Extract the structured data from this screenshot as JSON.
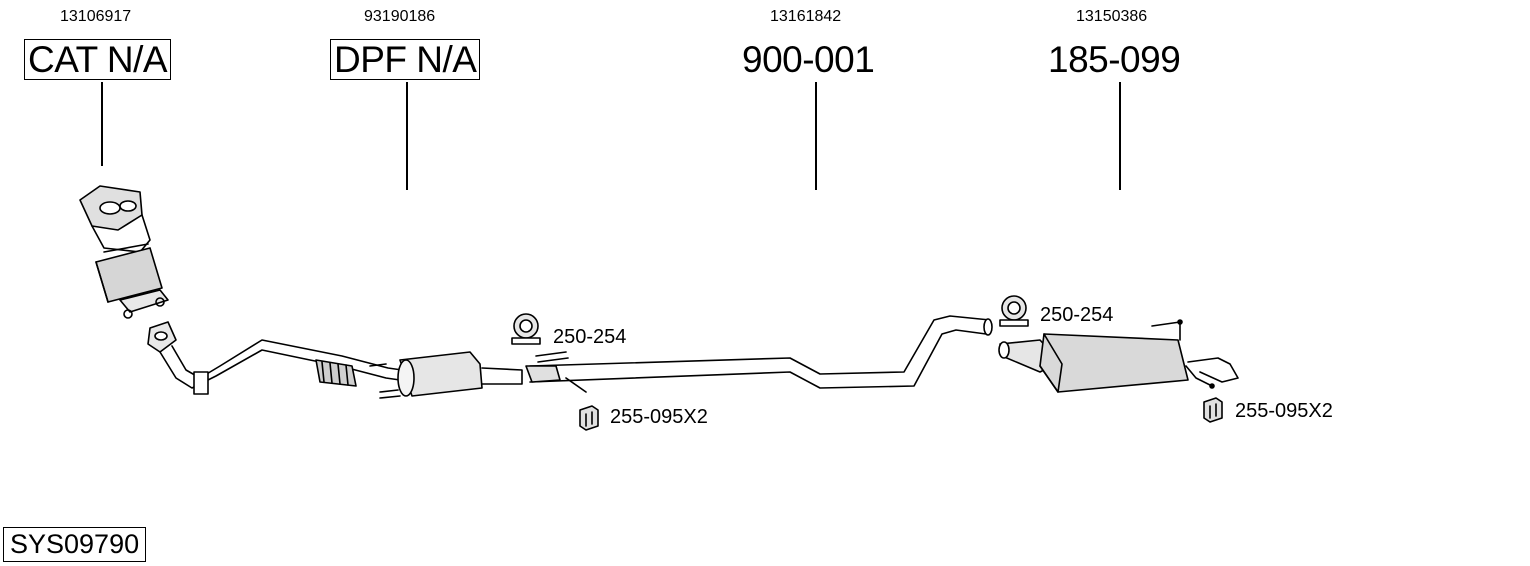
{
  "parts": [
    {
      "oem": "13106917",
      "code": "CAT N/A"
    },
    {
      "oem": "93190186",
      "code": "DPF N/A"
    },
    {
      "oem": "13161842",
      "code": "900-001"
    },
    {
      "oem": "13150386",
      "code": "185-099"
    }
  ],
  "accessories": [
    {
      "label": "250-254",
      "icon": "clamp-icon"
    },
    {
      "label": "255-095X2",
      "icon": "rubber-mount-icon"
    },
    {
      "label": "250-254",
      "icon": "clamp-icon"
    },
    {
      "label": "255-095X2",
      "icon": "rubber-mount-icon"
    }
  ],
  "system_code": "SYS09790"
}
